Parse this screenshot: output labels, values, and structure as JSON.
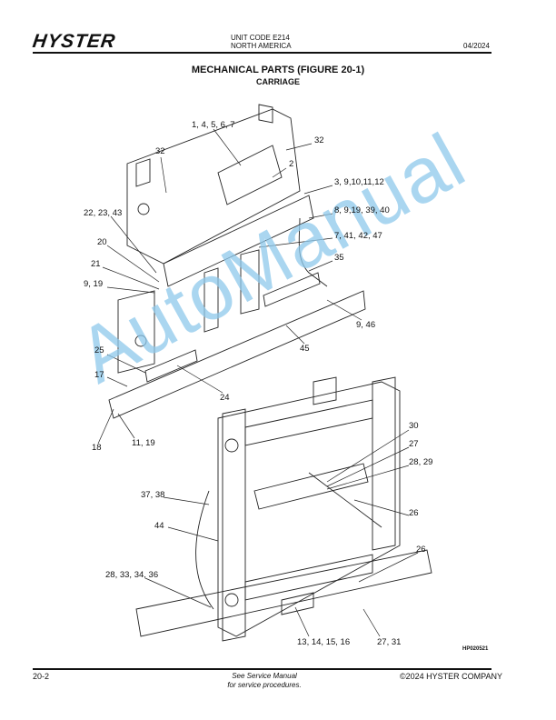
{
  "header": {
    "logo": "HYSTER",
    "unit_code": "UNIT CODE E214",
    "region": "NORTH AMERICA",
    "date": "04/2024"
  },
  "title": "MECHANICAL PARTS (FIGURE 20-1)",
  "subtitle": "CARRIAGE",
  "callouts": [
    "1, 4, 5, 6, 7",
    "32",
    "32",
    "2",
    "3, 9,10,11,12",
    "8, 9,19, 39, 40",
    "22, 23, 43",
    "7, 41, 42, 47",
    "20",
    "35",
    "21",
    "9, 19",
    "9, 46",
    "45",
    "25",
    "17",
    "24",
    "30",
    "18",
    "11, 19",
    "27",
    "28, 29",
    "37, 38",
    "26",
    "44",
    "26",
    "28, 33, 34, 36",
    "13, 14, 15, 16",
    "27, 31"
  ],
  "figure_id": "HP020521",
  "watermark": "AutoManual",
  "footer": {
    "page": "20-2",
    "note_line1": "See Service Manual",
    "note_line2": "for service procedures.",
    "copyright": "©2024 HYSTER COMPANY"
  }
}
